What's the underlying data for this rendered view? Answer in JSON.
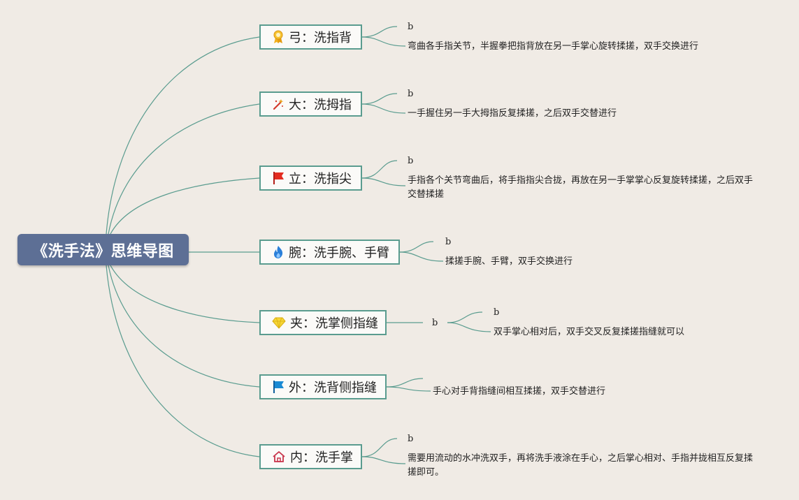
{
  "root": {
    "title": "《洗手法》思维导图"
  },
  "branches": [
    {
      "label": "弓：洗指背",
      "icon": "ribbon-medal-icon",
      "sub": "b",
      "detail": "弯曲各手指关节，半握拳把指背放在另一手掌心旋转揉搓，双手交换进行"
    },
    {
      "label": "大：洗拇指",
      "icon": "magic-wand-icon",
      "sub": "b",
      "detail": "一手握住另一手大拇指反复揉搓，之后双手交替进行"
    },
    {
      "label": "立：洗指尖",
      "icon": "red-flag-icon",
      "sub": "b",
      "detail": "手指各个关节弯曲后，将手指指尖合拢，再放在另一手掌掌心反复旋转揉搓，之后双手交替揉搓"
    },
    {
      "label": "腕：洗手腕、手臂",
      "icon": "flame-icon",
      "sub": "b",
      "detail": "揉搓手腕、手臂，双手交换进行"
    },
    {
      "label": "夹：洗掌侧指缝",
      "icon": "diamond-icon",
      "mid": "b",
      "sub": "b",
      "detail": "双手掌心相对后，双手交叉反复揉搓指缝就可以"
    },
    {
      "label": "外：洗背侧指缝",
      "icon": "blue-flag-icon",
      "detail": "手心对手背指缝间相互揉搓，双手交替进行"
    },
    {
      "label": "内：洗手掌",
      "icon": "house-icon",
      "sub": "b",
      "detail": "需要用流动的水冲洗双手，再将洗手液涂在手心，之后掌心相对、手指并拢相互反复揉搓即可。"
    }
  ],
  "colors": {
    "background": "#f0ebe5",
    "root_fill": "#5d6f95",
    "node_border": "#5a9c8f",
    "connector": "#5a9c8f"
  }
}
